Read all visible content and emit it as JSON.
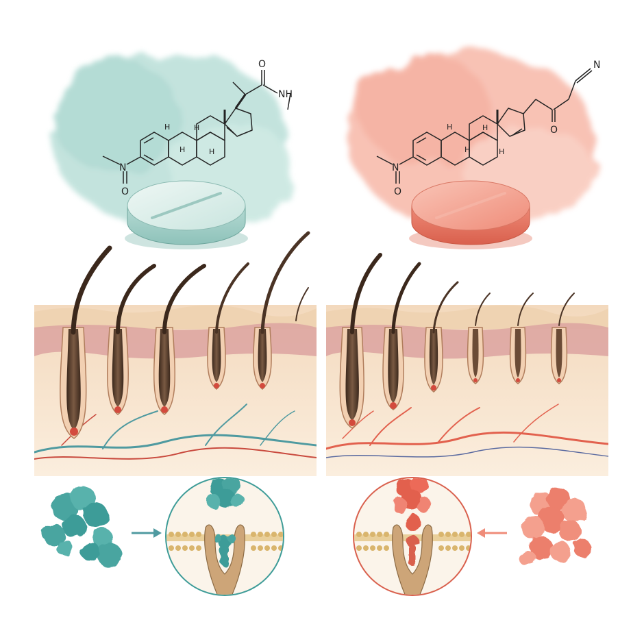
{
  "labels": {
    "left_molecule": {
      "carbonyl_o": "O",
      "amide_n": "NH",
      "noxide_n": "N",
      "noxide_o": "O",
      "h_a": "H",
      "h_b": "H",
      "h_c": "H",
      "h_d": "H"
    },
    "right_molecule": {
      "nitrile": "N",
      "ketone_o": "O",
      "noxide_n": "N",
      "noxide_o": "O",
      "h_a": "H",
      "h_b": "H",
      "h_c": "H",
      "h_d": "H"
    }
  },
  "colors": {
    "teal": "#3e9c98",
    "teal_light": "#bfe0da",
    "coral": "#ec6b58",
    "coral_light": "#f7b9a9",
    "hair": "#4a3325",
    "skin": "#f6dfc4",
    "dermis_pink": "#dca3a0"
  }
}
